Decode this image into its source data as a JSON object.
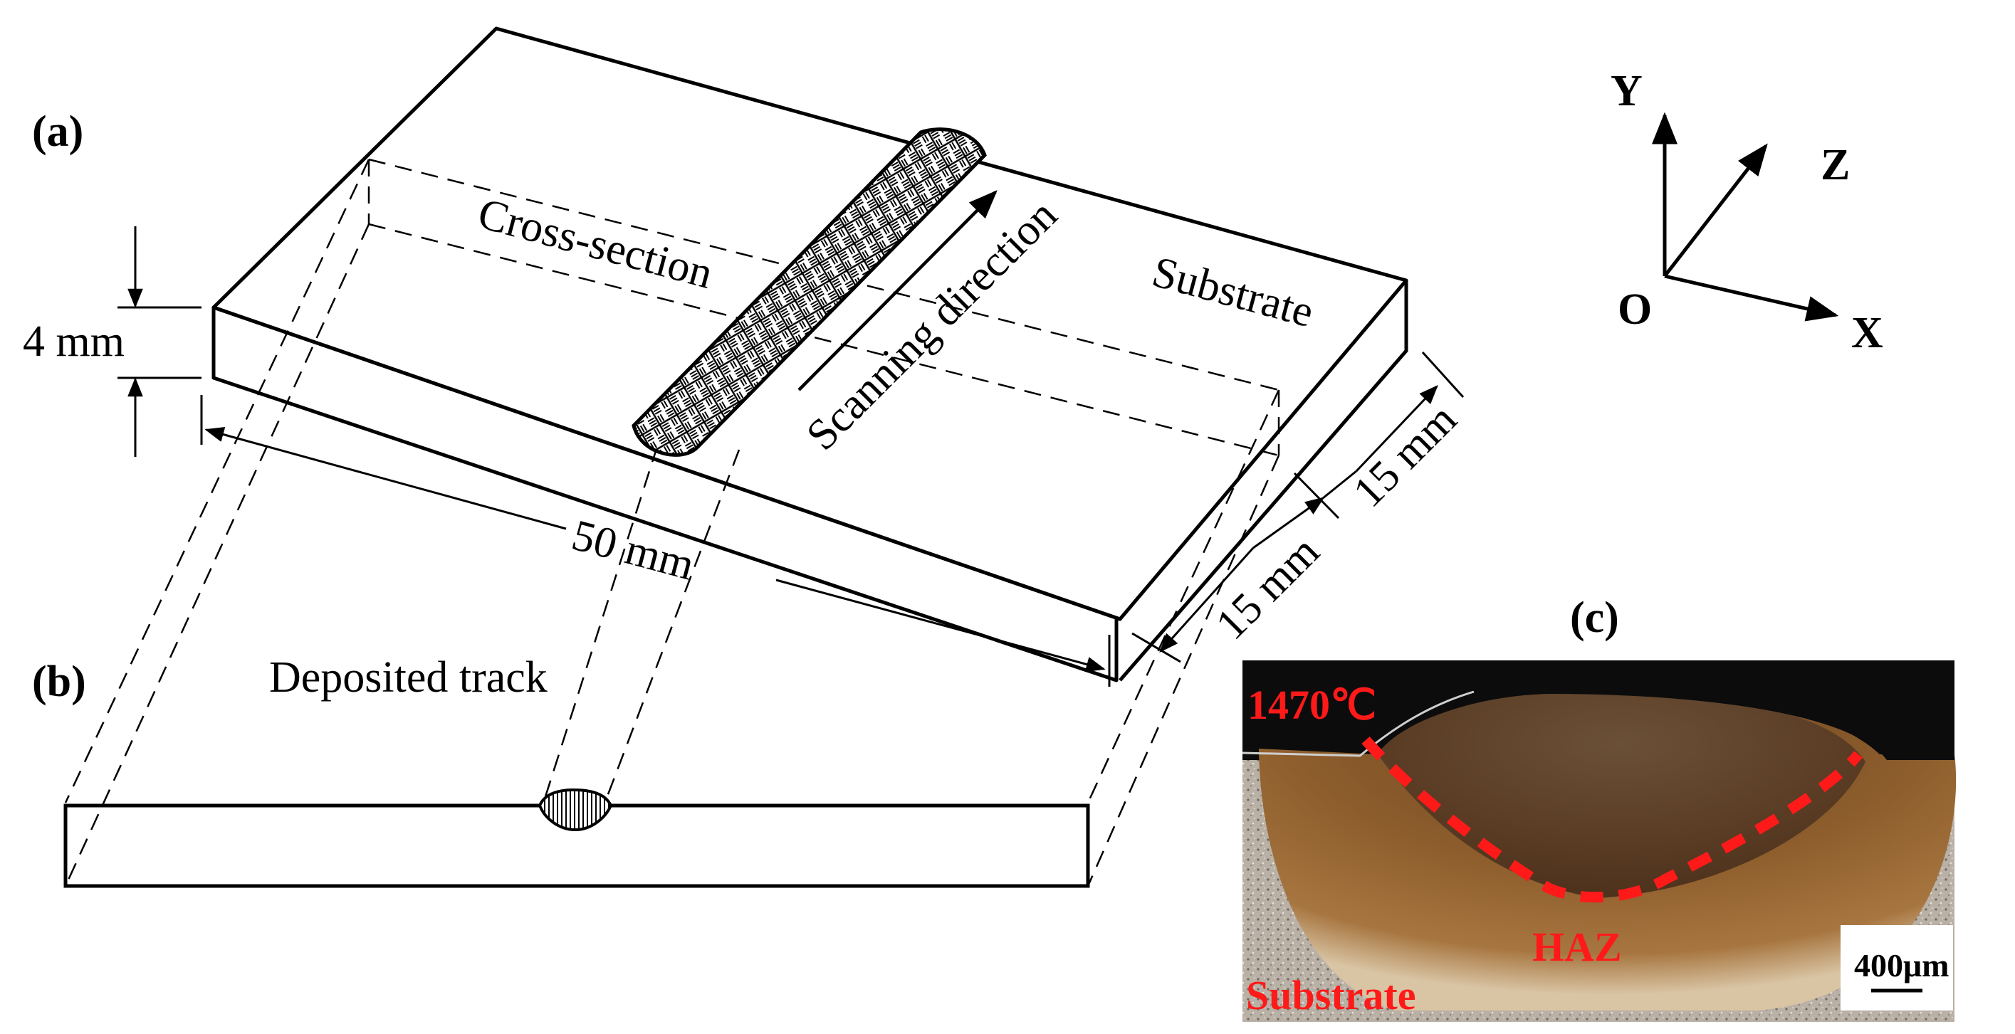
{
  "panels": {
    "a": "(a)",
    "b": "(b)",
    "c": "(c)"
  },
  "labels": {
    "cross_section": "Cross-section",
    "substrate": "Substrate",
    "scanning_direction": "Scanning direction",
    "deposited_track": "Deposited track"
  },
  "dimensions": {
    "thickness": "4 mm",
    "length": "50 mm",
    "half_width_front": "15 mm",
    "half_width_back": "15 mm"
  },
  "axes": {
    "y": "Y",
    "z": "Z",
    "x": "X",
    "origin": "O"
  },
  "micrograph": {
    "temperature": "1470℃",
    "haz": "HAZ",
    "substrate": "Substrate",
    "scale_bar": "400μm"
  },
  "colors": {
    "line": "#000000",
    "annotation_red": "#ff1a1a",
    "micro_dark": "#0c0c0c",
    "micro_substrate": "#bdb4aa",
    "micro_haz": "#8a5a2a",
    "micro_melt": "#5e3d22"
  }
}
